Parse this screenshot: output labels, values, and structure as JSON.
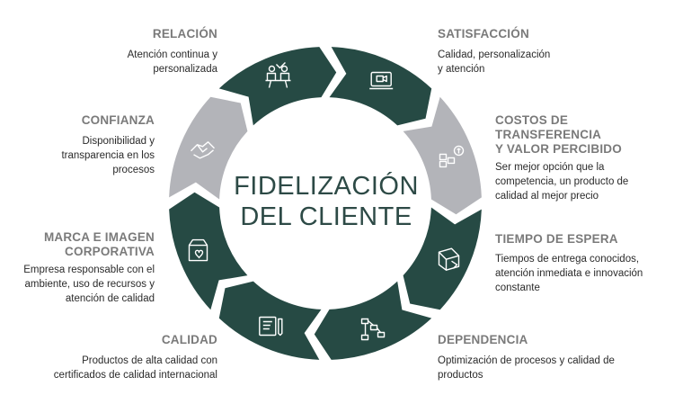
{
  "center": {
    "line1": "FIDELIZACIÓN",
    "line2": "DEL CLIENTE"
  },
  "segments": [
    {
      "title": "SATISFACCIÓN",
      "desc": [
        "Calidad, personalización",
        "y atención"
      ],
      "color": "#264a44",
      "icon": "video-chat-icon"
    },
    {
      "title": "COSTOS DE TRANSFERENCIA",
      "title2": "Y VALOR PERCIBIDO",
      "desc": [
        "Ser mejor opción que la",
        "competencia, un producto de",
        "calidad al mejor precio"
      ],
      "color": "#b3b4b9",
      "icon": "money-flow-icon"
    },
    {
      "title": "TIEMPO DE ESPERA",
      "desc": [
        "Tiempos de entrega conocidos,",
        "atención inmediata e innovación",
        "constante"
      ],
      "color": "#264a44",
      "icon": "box-arrow-icon"
    },
    {
      "title": "DEPENDENCIA",
      "desc": [
        "Optimización de procesos y calidad de",
        "productos"
      ],
      "color": "#264a44",
      "icon": "workflow-icon"
    },
    {
      "title": "CALIDAD",
      "desc": [
        "Productos de alta calidad con",
        "certificados de calidad internacional"
      ],
      "color": "#264a44",
      "icon": "certificate-icon"
    },
    {
      "title": "MARCA E IMAGEN",
      "title2": "CORPORATIVA",
      "desc": [
        "Empresa responsable con el",
        "ambiente, uso de recursos y",
        "atención de calidad"
      ],
      "color": "#264a44",
      "icon": "brand-shop-icon"
    },
    {
      "title": "CONFIANZA",
      "desc": [
        "Disponibilidad y",
        "transparencia en los",
        "procesos"
      ],
      "color": "#b3b4b9",
      "icon": "handshake-icon"
    },
    {
      "title": "RELACIÓN",
      "desc": [
        "Atención continua y",
        "personalizada"
      ],
      "color": "#264a44",
      "icon": "meeting-icon"
    }
  ]
}
